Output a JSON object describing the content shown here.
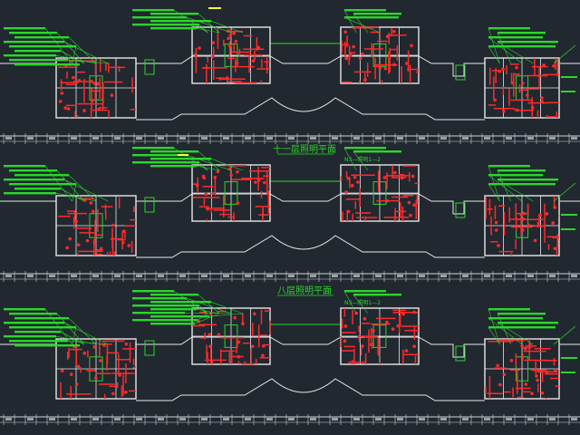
{
  "drawing": {
    "background": "#212830",
    "colors": {
      "walls": "#e8e8e8",
      "wiring": "#ff2a2a",
      "annotation": "#2bd62b",
      "dimension": "#cfd3d6",
      "highlight": "#ffff33"
    },
    "sheets": [
      {
        "title": "",
        "blocks": [
          {
            "label": "",
            "callouts": 9
          },
          {
            "label": "",
            "callouts": 6
          },
          {
            "label": "",
            "callouts": 3
          },
          {
            "label": "",
            "callouts": 5
          }
        ]
      },
      {
        "title": "十一层照明平面",
        "blocks": [
          {
            "label": "",
            "callouts": 7
          },
          {
            "label": "",
            "callouts": 6
          },
          {
            "label": "N3—照明1—2",
            "callouts": 2
          },
          {
            "label": "",
            "callouts": 5
          }
        ]
      },
      {
        "title": "八层照明平面",
        "blocks": [
          {
            "label": "",
            "callouts": 9
          },
          {
            "label": "",
            "callouts": 10
          },
          {
            "label": "N3—照明1—2",
            "callouts": 2
          },
          {
            "label": "",
            "callouts": 5
          }
        ]
      }
    ]
  }
}
